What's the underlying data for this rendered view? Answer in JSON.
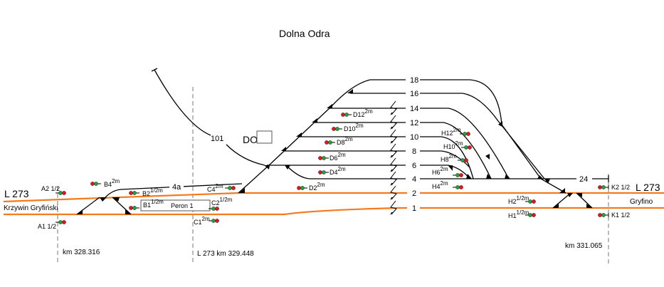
{
  "title": "Dolna Odra",
  "station_code": "DO",
  "colors": {
    "main_track": "#f47a1f",
    "side_track": "#000000",
    "signal_red": "#e8141c",
    "signal_green": "#22a33a"
  },
  "line_labels": {
    "left": "L 273",
    "right": "L 273"
  },
  "directions": {
    "left": "Krzywin Gryfiński",
    "right": "Gryfino"
  },
  "platform": "Peron 1",
  "km_markers": {
    "left": "km  328.316",
    "center": "L 273  km  329.448",
    "right": "km  331.065"
  },
  "tracks": {
    "t1": "1",
    "t2": "2",
    "t4": "4",
    "t6": "6",
    "t8": "8",
    "t10": "10",
    "t12": "12",
    "t14": "14",
    "t16": "16",
    "t18": "18",
    "t24": "24",
    "t4a": "4a",
    "t101": "101"
  },
  "signals": [
    {
      "id": "A2",
      "name": "A2",
      "sup": "",
      "suffix": " 1/2"
    },
    {
      "id": "A1",
      "name": "A1",
      "sup": "",
      "suffix": " 1/2"
    },
    {
      "id": "B4",
      "name": "B4",
      "sup": "2m",
      "suffix": ""
    },
    {
      "id": "B2",
      "name": "B2",
      "sup": "1/2m",
      "suffix": ""
    },
    {
      "id": "B1",
      "name": "B1",
      "sup": "1/2m",
      "suffix": ""
    },
    {
      "id": "C4",
      "name": "C4",
      "sup": "2m",
      "suffix": ""
    },
    {
      "id": "C2",
      "name": "C2",
      "sup": "1/2m",
      "suffix": ""
    },
    {
      "id": "C1",
      "name": "C1",
      "sup": "2m",
      "suffix": ""
    },
    {
      "id": "D12",
      "name": "D12",
      "sup": "2m",
      "suffix": ""
    },
    {
      "id": "D10",
      "name": "D10",
      "sup": "2m",
      "suffix": ""
    },
    {
      "id": "D8",
      "name": "D8",
      "sup": "2m",
      "suffix": ""
    },
    {
      "id": "D6",
      "name": "D6",
      "sup": "2m",
      "suffix": ""
    },
    {
      "id": "D4",
      "name": "D4",
      "sup": "2m",
      "suffix": ""
    },
    {
      "id": "D2",
      "name": "D2",
      "sup": "2m",
      "suffix": ""
    },
    {
      "id": "H12",
      "name": "H12",
      "sup": "2m",
      "suffix": ""
    },
    {
      "id": "H10",
      "name": "H10",
      "sup": "2m",
      "suffix": ""
    },
    {
      "id": "H8",
      "name": "H8",
      "sup": "2m",
      "suffix": ""
    },
    {
      "id": "H6",
      "name": "H6",
      "sup": "2m",
      "suffix": ""
    },
    {
      "id": "H4",
      "name": "H4",
      "sup": "2m",
      "suffix": ""
    },
    {
      "id": "H2",
      "name": "H2",
      "sup": "1/2m",
      "suffix": ""
    },
    {
      "id": "H1",
      "name": "H1",
      "sup": "1/2m",
      "suffix": ""
    },
    {
      "id": "K2",
      "name": "K2",
      "sup": "",
      "suffix": " 1/2"
    },
    {
      "id": "K1",
      "name": "K1",
      "sup": "",
      "suffix": " 1/2"
    }
  ]
}
